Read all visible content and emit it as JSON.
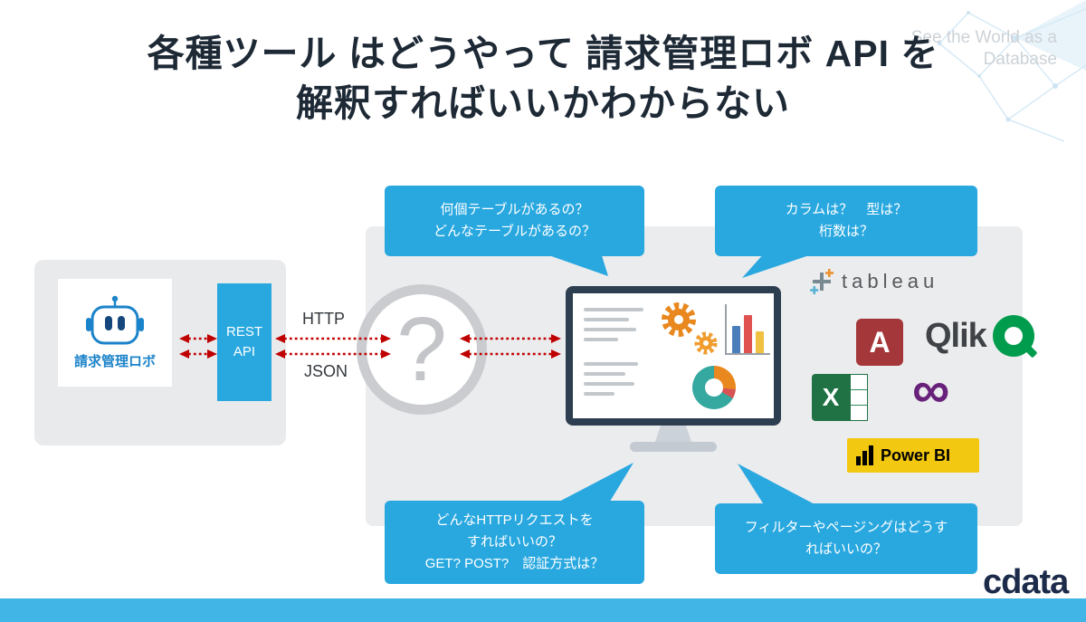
{
  "title": {
    "line1": "各種ツール はどうやって 請求管理ロボ API を",
    "line2": "解釈すればいいかわからない"
  },
  "watermark": {
    "line1": "See the World as a",
    "line2": "Database"
  },
  "diagram": {
    "robot_label": "請求管理ロボ",
    "rest_line1": "REST",
    "rest_line2": "API",
    "http_label": "HTTP",
    "json_label": "JSON",
    "question_mark": "?"
  },
  "bubbles": {
    "top_left": {
      "line1": "何個テーブルがあるの？",
      "line2": "どんなテーブルがあるの？"
    },
    "top_right": {
      "line1": "カラムは？　型は？",
      "line2": "桁数は？"
    },
    "bottom_left": {
      "line1": "どんなHTTPリクエストを",
      "line2": "すればいいの？",
      "line3": "GET? POST?　認証方式は？"
    },
    "bottom_right": {
      "line1": "フィルターやページングはどうす",
      "line2": "ればいいの？"
    }
  },
  "logos": {
    "tableau_text": "tableau",
    "access_letter": "A",
    "qlik_text": "Qlik",
    "excel_letter": "X",
    "vs_glyph": "∞",
    "powerbi_text": "Power BI"
  },
  "footer": {
    "brand": "cdata"
  },
  "colors": {
    "accent_blue": "#29a8e0",
    "arrow_red": "#c00000",
    "title_navy": "#1e2936",
    "panel_gray": "#ebecee",
    "robot_blue": "#1b83c9",
    "bottom_bar_blue": "#41b5e5",
    "access_red": "#a4373a",
    "excel_green": "#207245",
    "qlik_green": "#009c4d",
    "vs_purple": "#68217a",
    "powerbi_yellow": "#f2c811"
  }
}
